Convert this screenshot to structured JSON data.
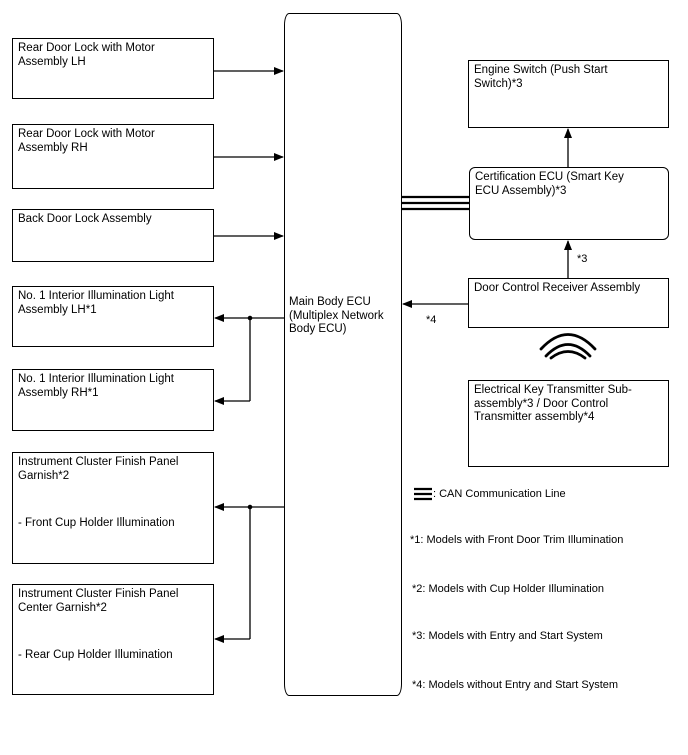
{
  "blocks": {
    "rear_lh": {
      "line1": "Rear Door Lock with Motor",
      "line2": "Assembly LH"
    },
    "rear_rh": {
      "line1": "Rear Door Lock with Motor",
      "line2": "Assembly RH"
    },
    "back_door": {
      "line1": "Back Door Lock Assembly"
    },
    "illum_lh": {
      "line1": "No. 1 Interior Illumination Light",
      "line2": "Assembly LH*1"
    },
    "illum_rh": {
      "line1": "No. 1 Interior Illumination Light",
      "line2": "Assembly RH*1"
    },
    "cluster": {
      "line1": "Instrument Cluster Finish Panel",
      "line2": "Garnish*2",
      "sub": "- Front Cup Holder Illumination"
    },
    "cluster_center": {
      "line1": "Instrument Cluster Finish Panel",
      "line2": "Center Garnish*2",
      "sub": "- Rear Cup Holder Illumination"
    },
    "main_ecu": {
      "line1": "Main Body ECU",
      "line2": "(Multiplex Network",
      "line3": "Body ECU)"
    },
    "engine_switch": {
      "line1": "Engine Switch (Push Start",
      "line2": "Switch)*3"
    },
    "cert_ecu": {
      "line1": "Certification ECU (Smart Key",
      "line2": "ECU Assembly)*3"
    },
    "door_receiver": {
      "line1": "Door Control Receiver Assembly"
    },
    "transmitter": {
      "line1": "Electrical Key Transmitter Sub-",
      "line2": "assembly*3 / Door Control",
      "line3": "Transmitter assembly*4"
    }
  },
  "labels": {
    "star3": "*3",
    "star4": "*4"
  },
  "legend": {
    "can": ": CAN Communication Line",
    "note1": "*1: Models with Front Door Trim Illumination",
    "note2": "*2: Models with Cup Holder Illumination",
    "note3": "*3: Models with Entry and Start System",
    "note4": "*4: Models without Entry and Start System"
  }
}
